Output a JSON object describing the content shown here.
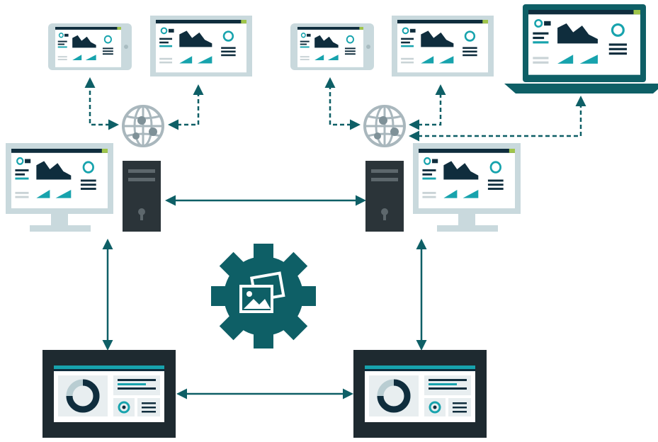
{
  "colors": {
    "teal": "#0e5f66",
    "teal_dark": "#0a4a50",
    "accent_cyan": "#17a3ad",
    "dashboard_navy": "#0f2d3d",
    "device_frame": "#c9d9dd",
    "screen_bg": "#ffffff",
    "panel_dark": "#1e2a30",
    "tower_dark": "#2b3439",
    "globe_grey": "#a9b7bd",
    "accent_green": "#9fc54a"
  },
  "icons": {
    "globe": "globe-network-icon",
    "gear": "gear-images-icon",
    "tower": "server-tower-icon"
  },
  "nodes": [
    {
      "id": "tablet-left",
      "kind": "tablet"
    },
    {
      "id": "tablet-right",
      "kind": "tablet"
    },
    {
      "id": "monitor-small-left",
      "kind": "monitor"
    },
    {
      "id": "monitor-small-right",
      "kind": "monitor"
    },
    {
      "id": "laptop",
      "kind": "laptop"
    },
    {
      "id": "workstation-left",
      "kind": "workstation"
    },
    {
      "id": "workstation-right",
      "kind": "workstation"
    },
    {
      "id": "hmi-panel-left",
      "kind": "panel"
    },
    {
      "id": "hmi-panel-right",
      "kind": "panel"
    },
    {
      "id": "globe-left",
      "kind": "globe"
    },
    {
      "id": "globe-right",
      "kind": "globe"
    },
    {
      "id": "gear-center",
      "kind": "gear"
    }
  ],
  "edges": [
    {
      "from": "globe-left",
      "to": "tablet-left",
      "style": "dashed"
    },
    {
      "from": "globe-left",
      "to": "monitor-small-left",
      "style": "dashed"
    },
    {
      "from": "globe-right",
      "to": "tablet-right",
      "style": "dashed"
    },
    {
      "from": "globe-right",
      "to": "monitor-small-right",
      "style": "dashed"
    },
    {
      "from": "globe-right",
      "to": "laptop",
      "style": "dashed"
    },
    {
      "from": "workstation-left",
      "to": "workstation-right",
      "style": "solid"
    },
    {
      "from": "workstation-left",
      "to": "hmi-panel-left",
      "style": "solid"
    },
    {
      "from": "workstation-right",
      "to": "hmi-panel-right",
      "style": "solid"
    },
    {
      "from": "hmi-panel-left",
      "to": "hmi-panel-right",
      "style": "solid"
    }
  ]
}
